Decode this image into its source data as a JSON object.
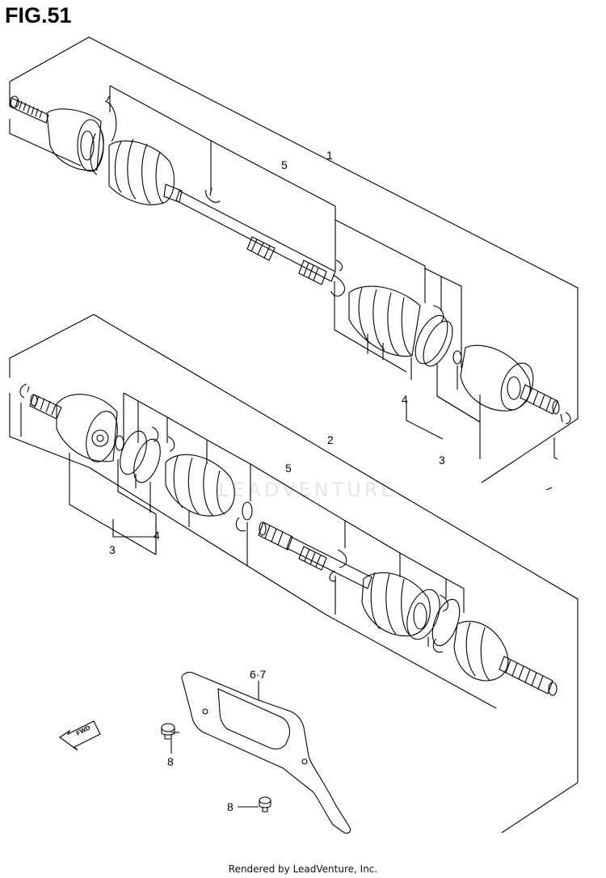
{
  "figure": {
    "title": "FIG.51"
  },
  "callouts": {
    "c1": "1",
    "c5a": "5",
    "c4a": "4",
    "c3a": "3",
    "c2": "2",
    "c5b": "5",
    "c4b": "4",
    "c3b": "3",
    "c67": "6·7",
    "c8a": "8",
    "c8b": "8"
  },
  "fwd_badge": "FWD",
  "watermark": "LEADVENTURE",
  "footer": "Rendered by LeadVenture, Inc.",
  "colors": {
    "line": "#000000",
    "background": "#ffffff",
    "watermark": "#e6e6e6"
  }
}
